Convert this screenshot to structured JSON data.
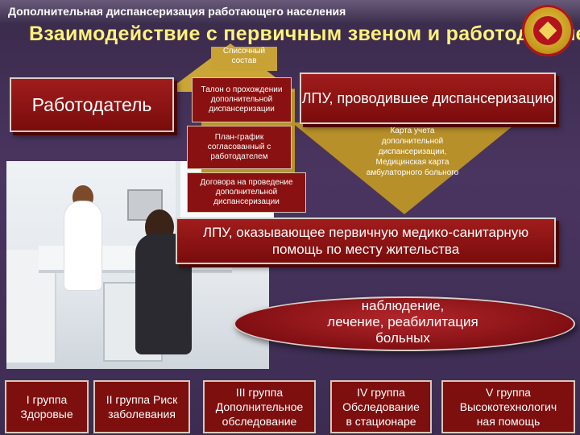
{
  "header": {
    "title": "Дополнительная диспансеризация работающего населения",
    "subtitle": "Взаимодействие с первичным звеном и работодателем"
  },
  "nodes": {
    "employer": "Работодатель",
    "lpu_exam": "ЛПУ, проводившее диспансеризацию",
    "lpu_primary": "ЛПУ, оказывающее первичную медико-санитарную помощь по месту жительства",
    "followup": "наблюдение,\nлечение, реабилитация\nбольных"
  },
  "documents": {
    "list": "Списочный состав",
    "coupon": "Талон о прохождении дополнительной диспансеризации",
    "schedule": "План-график согласованный с работодателем",
    "contract": "Договора на проведение дополнительной диспансеризации",
    "card": "Карта учета\nдополнительной\nдиспансеризации,\nМедицинская карта\nамбулаторного больного"
  },
  "groups": [
    "I группа\nЗдоровые",
    "II группа Риск\nзаболевания",
    "III группа\nДополнительное\nобследование",
    "IV группа\nОбследование\nв стационаре",
    "V группа\nВысокотехнологич\nная помощь"
  ],
  "colors": {
    "box_red": "#8a1111",
    "arrow_gold": "#b99528",
    "subtitle_yellow": "#fff27a",
    "background": "#3c2c52"
  }
}
